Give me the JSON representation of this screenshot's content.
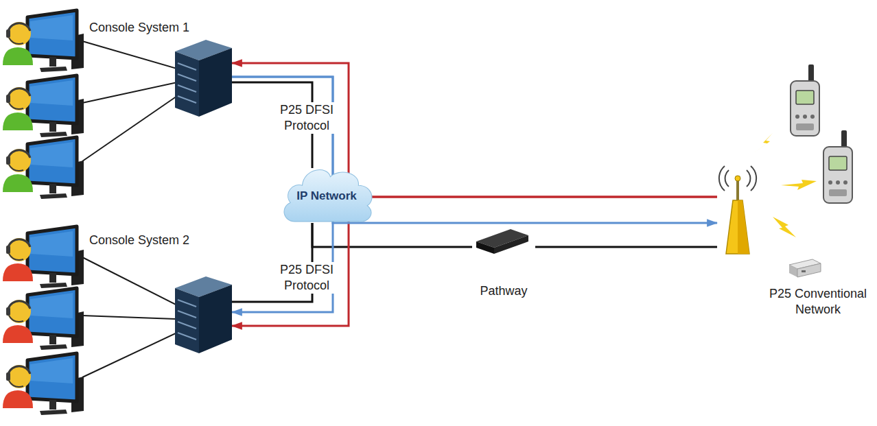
{
  "diagram": {
    "nodes": [
      {
        "text": [
          "Console System 1"
        ]
      },
      {
        "text": [
          "IP Network"
        ]
      },
      {
        "text": [
          "Console System 2"
        ]
      },
      {
        "text": [
          "Pathway"
        ]
      },
      {
        "text": [
          "P25 Conventional Network"
        ]
      }
    ],
    "edges": [
      {
        "from": 0,
        "to": 1,
        "label": "P25 DFSI Protocol",
        "arrow": "none"
      },
      {
        "from": 1,
        "to": 2,
        "label": "P25 DFSI Protocol",
        "arrow": "none"
      },
      {
        "from": 1,
        "to": 3,
        "arrow": "none"
      },
      {
        "from": 3,
        "to": 4,
        "arrow": "none"
      },
      {
        "from": 4,
        "to": 0,
        "arrow": "to"
      },
      {
        "from": 4,
        "to": 2,
        "arrow": "to"
      },
      {
        "from": 0,
        "to": 4,
        "arrow": "to"
      },
      {
        "from": 0,
        "to": 2,
        "arrow": "to"
      }
    ]
  }
}
